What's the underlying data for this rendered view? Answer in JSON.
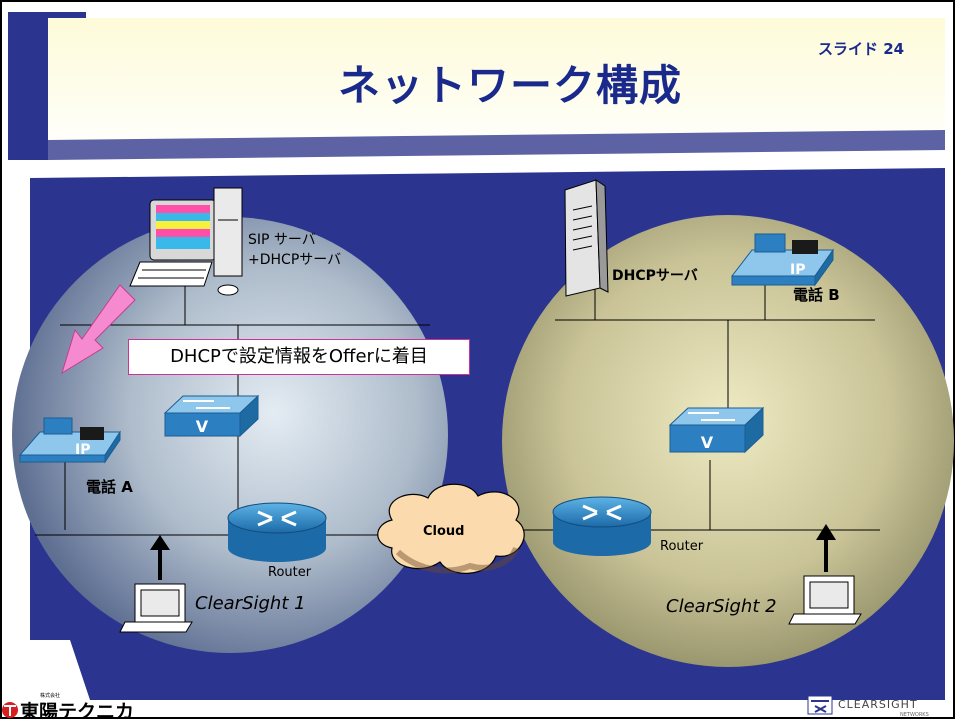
{
  "slide": {
    "title": "ネットワーク構成",
    "number": "スライド  24"
  },
  "callout": "DHCPで設定情報をOfferに着目",
  "segment_a": {
    "server_label_line1": "SIP サーバ",
    "server_label_line2": "+DHCPサーバ",
    "phone_label": "電話 A",
    "router_label": "Router",
    "capture_label": "ClearSight 1"
  },
  "segment_b": {
    "server_label": "DHCPサーバ",
    "phone_label": "電話 B",
    "router_label": "Router",
    "capture_label": "ClearSight 2"
  },
  "cloud_label": "Cloud",
  "icons": {
    "switch_letter": "V",
    "phone_letter": "IP"
  },
  "footer": {
    "company_logo": "東陽テクニカ",
    "company_small": "株式会社",
    "brand_logo": "CLEARSIGHT",
    "brand_sub": "NETWORKS"
  },
  "colors": {
    "title": "#1a2a8c",
    "background": "#2b3590",
    "circle_a": "#b7c2cf",
    "circle_b": "#c9c397",
    "callout_border": "#cc3399",
    "arrow": "#f58ad0",
    "device_blue": "#2c7fc1"
  }
}
